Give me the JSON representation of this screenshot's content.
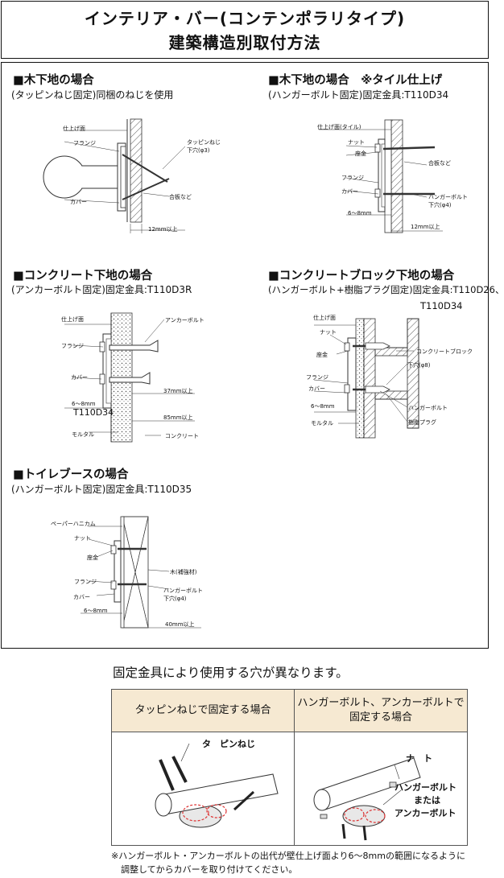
{
  "header": {
    "title_line1": "インテリア・バー(コンテンポラリタイプ)",
    "title_line2": "建築構造別取付方法"
  },
  "sections": {
    "wood": {
      "title": "■木下地の場合",
      "subtitle": "(タッピンねじ固定)同梱のねじを使用",
      "labels": {
        "finish": "仕上げ面",
        "flange": "フランジ",
        "cover": "カバー",
        "tapping": "タッピンねじ",
        "pilot": "下穴(φ3)",
        "plywood": "合板など",
        "min": "12mm以上"
      }
    },
    "wood_tile": {
      "title": "■木下地の場合　※タイル仕上げ",
      "subtitle": "(ハンガーボルト固定)固定金具:T110D34",
      "labels": {
        "finish": "仕上げ面(タイル)",
        "nut": "ナット",
        "washer": "座金",
        "flange": "フランジ",
        "cover": "カバー",
        "plywood": "合板など",
        "hanger": "ハンガーボルト",
        "pilot": "下穴(φ4)",
        "gap": "6〜8mm",
        "min": "12mm以上"
      }
    },
    "concrete": {
      "title": "■コンクリート下地の場合",
      "subtitle": "(アンカーボルト固定)固定金具:T110D3R",
      "labels": {
        "finish": "仕上げ面",
        "anchor": "アンカーボルト",
        "flange": "フランジ",
        "cover": "カバー",
        "gap": "6〜8mm",
        "part": "T110D34",
        "min37": "37mm以上",
        "min85": "85mm以上",
        "mortar": "モルタル",
        "concrete": "コンクリート"
      }
    },
    "block": {
      "title": "■コンクリートブロック下地の場合",
      "subtitle": "(ハンガーボルト+樹脂プラグ固定)固定金具:T110D26、",
      "subtitle2": "T110D34",
      "labels": {
        "finish": "仕上げ面",
        "nut": "ナット",
        "washer": "座金",
        "block": "コンクリートブロック",
        "pilot": "下穴(φ8)",
        "flange": "フランジ",
        "cover": "カバー",
        "gap": "6〜8mm",
        "hanger": "ハンガーボルト",
        "mortar": "モルタル",
        "plug": "樹脂プラグ"
      }
    },
    "toilet": {
      "title": "■トイレブースの場合",
      "subtitle": "(ハンガーボルト固定)固定金具:T110D35",
      "labels": {
        "honeycomb": "ペーパーハニカム",
        "nut": "ナット",
        "washer": "座金",
        "wood": "木(補強材)",
        "flange": "フランジ",
        "hanger": "ハンガーボルト",
        "cover": "カバー",
        "pilot": "下穴(φ4)",
        "gap": "6〜8mm",
        "min": "40mm以上"
      }
    }
  },
  "bottom": {
    "heading": "固定金具により使用する穴が異なります。",
    "col1_header": "タッピンねじで固定する場合",
    "col2_header_line1": "ハンガーボルト、アンカーボルトで",
    "col2_header_line2": "固定する場合",
    "col1_label": "タ　ピンねじ",
    "col2_label_nut": "ナ　ト",
    "col2_label_hanger": "ハンガーボルト",
    "col2_label_or": "または",
    "col2_label_anchor": "アンカーボルト",
    "note_line1": "※ハンガーボルト・アンカーボルトの出代が壁仕上げ面より6〜8mmの範囲になるように",
    "note_line2": "調整してからカバーを取り付けてください。"
  }
}
